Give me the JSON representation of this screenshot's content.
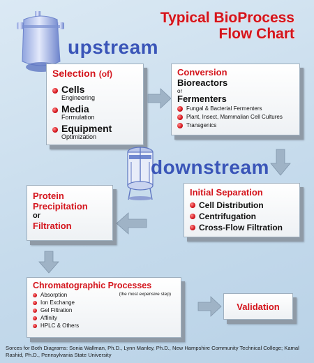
{
  "title": {
    "line1": "Typical BioProcess",
    "line2": "Flow Chart"
  },
  "upstream_label": "upstream",
  "downstream_label": "downstream",
  "selection": {
    "title": "Selection",
    "title_suffix": "(of)",
    "items": [
      {
        "main": "Cells",
        "sub": "Engineering"
      },
      {
        "main": "Media",
        "sub": "Formulation"
      },
      {
        "main": "Equipment",
        "sub": "Optimization"
      }
    ]
  },
  "conversion": {
    "title": "Conversion",
    "line1": "Bioreactors",
    "or": "or",
    "line2": "Fermenters",
    "items": [
      "Fungal & Bacterial Fermenters",
      "Plant, Insect, Mammalian Cell Cultures",
      "Transgenics"
    ]
  },
  "initial_separation": {
    "title": "Initial Separation",
    "items": [
      "Cell Distribution",
      "Centrifugation",
      "Cross-Flow Filtration"
    ]
  },
  "protein": {
    "line1": "Protein",
    "line2": "Precipitation",
    "or": "or",
    "line3": "Filtration"
  },
  "chromatographic": {
    "title": "Chromatographic Processes",
    "note": "(the most expensive step)",
    "items": [
      "Absorption",
      "Ion Exchange",
      "Gel Filtration",
      "Affinity",
      "HPLC & Others"
    ]
  },
  "validation": {
    "title": "Validation"
  },
  "footer": "Sorces for Both Diagrams: Sonia Wallman, Ph.D., Lynn Manley, Ph.D., New Hampshire Community Technical College; Kamal Rashid, Ph.D., Pennsylvania State University",
  "colors": {
    "red": "#d4141c",
    "blue": "#3a55b8",
    "arrow": "#9fb3c6",
    "background": "#cfe2f0"
  },
  "icons": [
    "bioreactor-vessel-icon",
    "fermenter-vessel-icon",
    "flow-arrow-icon",
    "bullet-dot-icon"
  ]
}
